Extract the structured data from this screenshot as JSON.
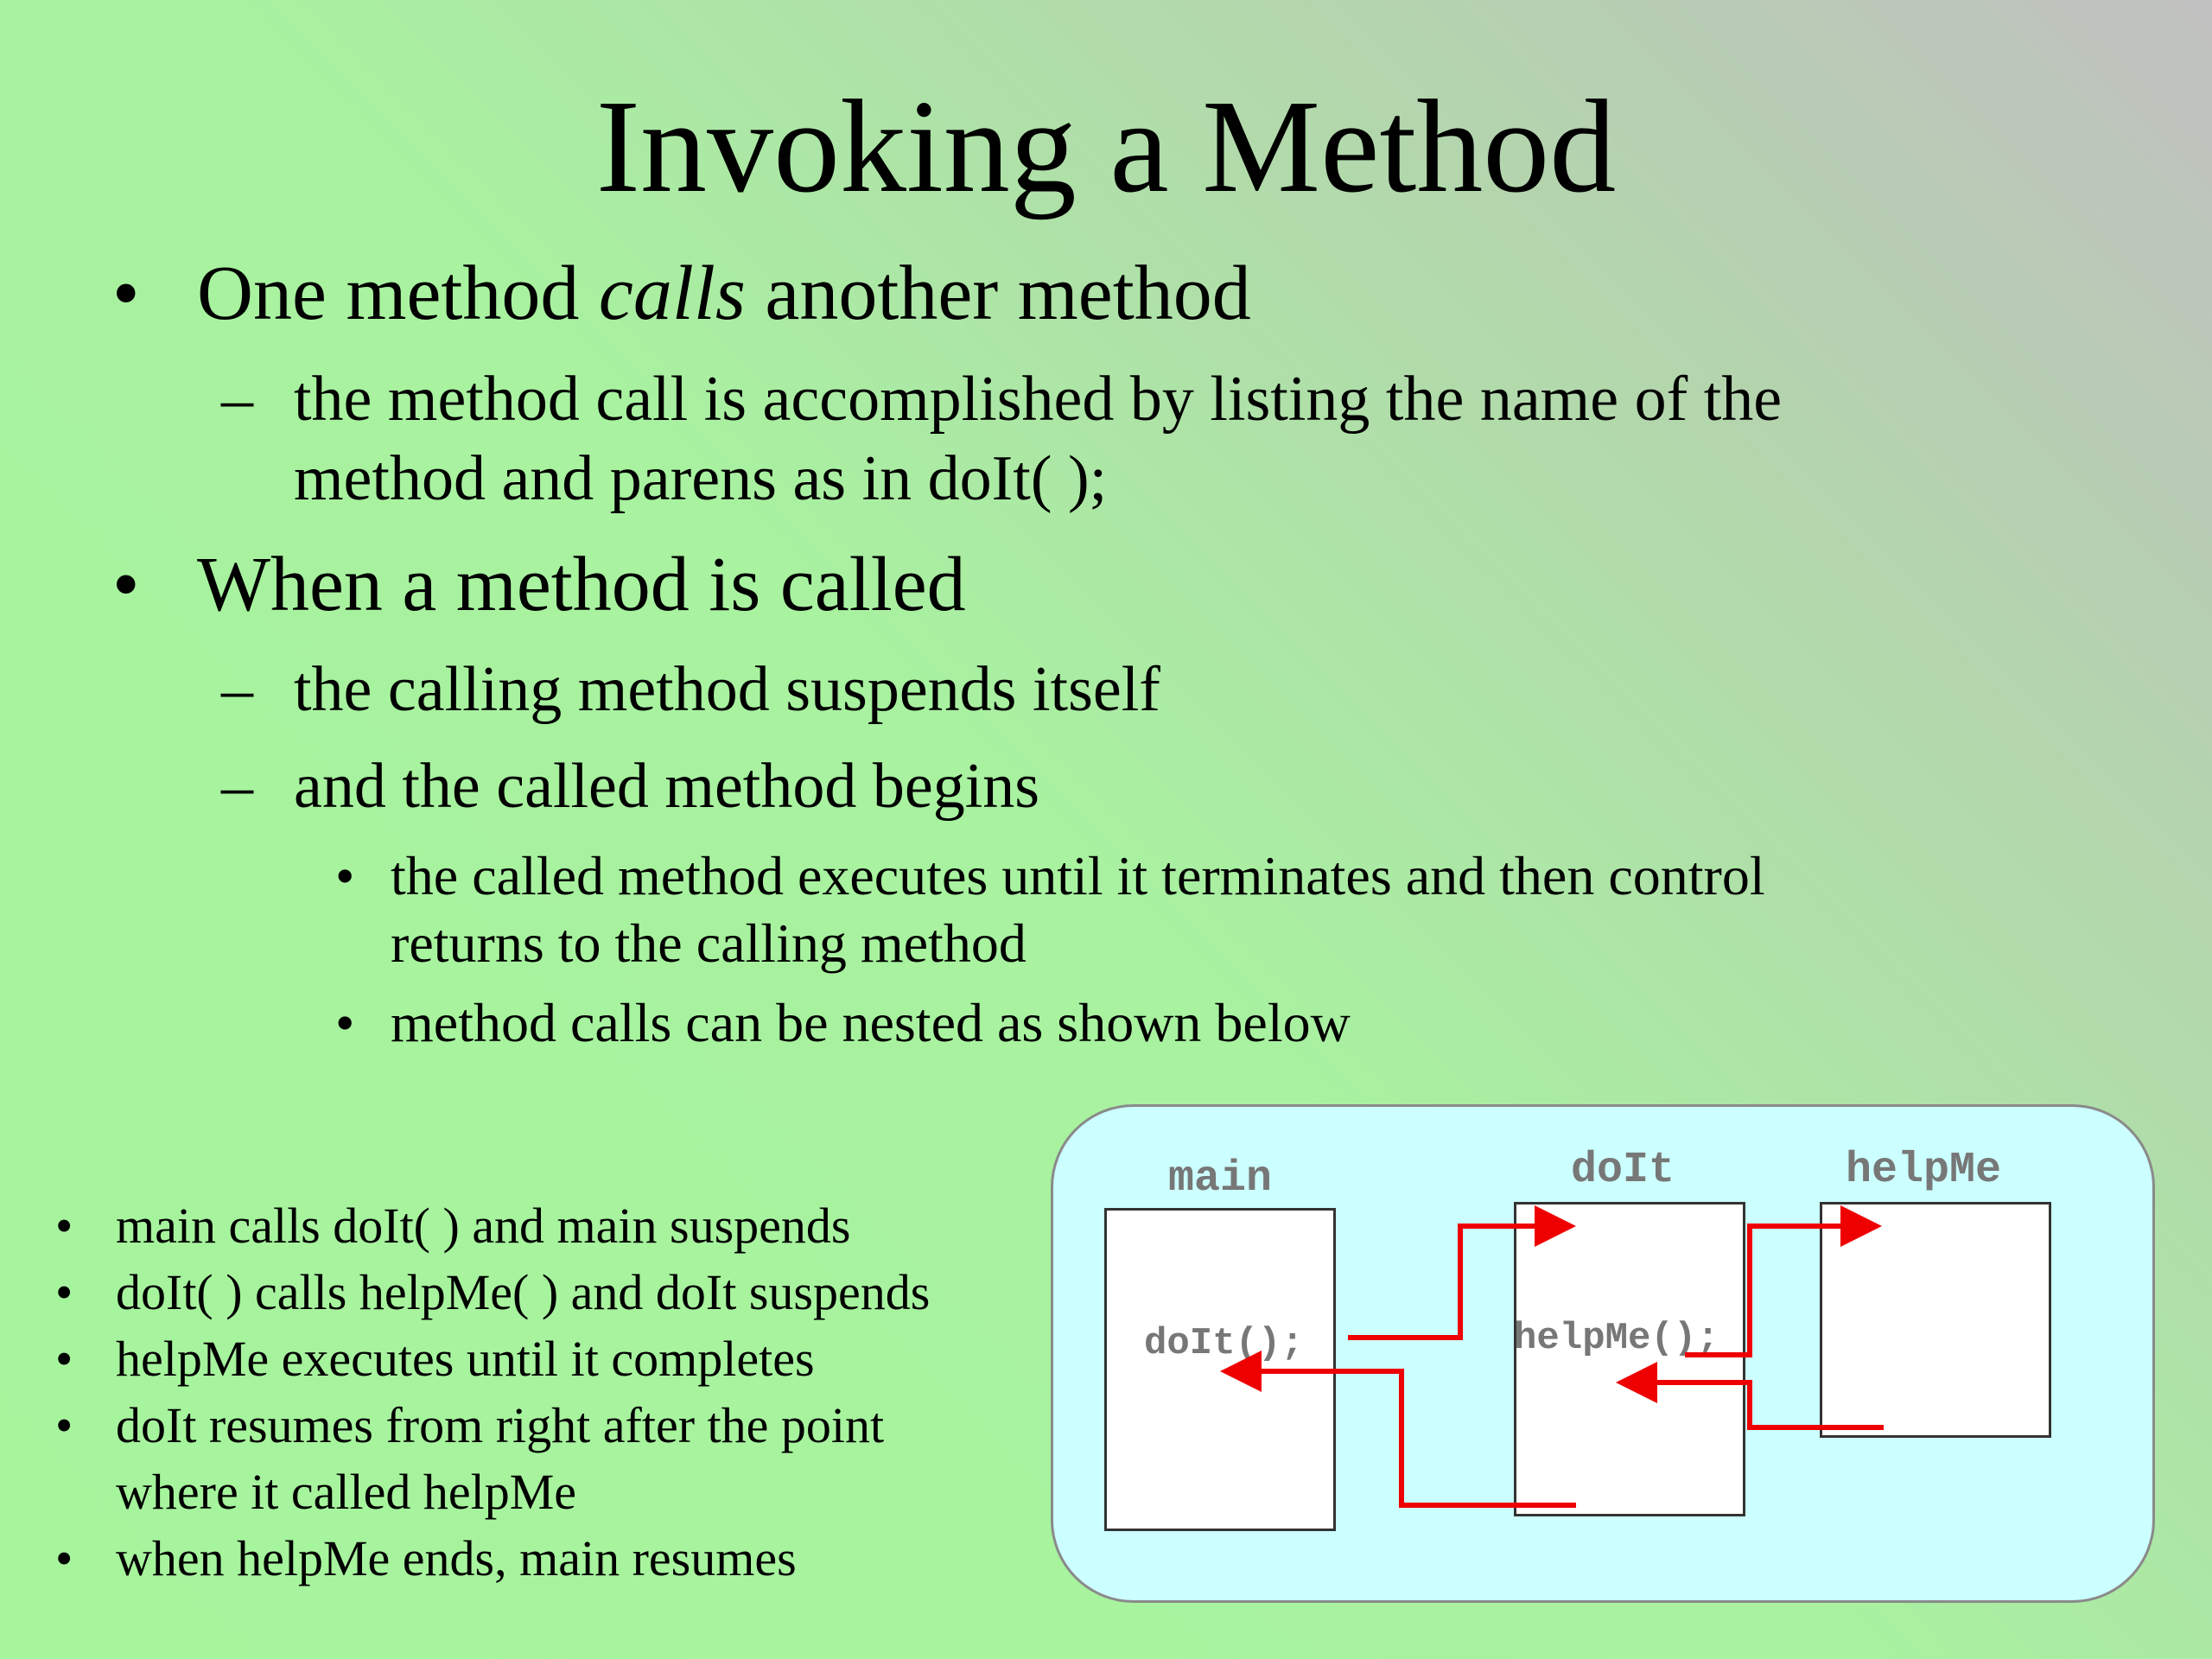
{
  "slide": {
    "title": "Invoking a Method",
    "bullet_glyph": "•",
    "dash_glyph": "–",
    "b1": {
      "pre": "One method ",
      "em": "calls",
      "post": " another method"
    },
    "b1_sub1_line1": "the method call is accomplished by listing the name of the",
    "b1_sub1_line2": "method and parens as in doIt( );",
    "b2": "When a method is called",
    "b2_sub1": "the calling method suspends itself",
    "b2_sub2": "and the called method begins",
    "b2_sub2_sub1_line1": "the called method executes until it terminates and then control",
    "b2_sub2_sub1_line2": "returns to the calling method",
    "b2_sub2_sub2": "method calls can be nested as shown below"
  },
  "notes": [
    "main calls doIt( ) and main suspends",
    "doIt( ) calls helpMe( ) and doIt suspends",
    "helpMe executes until it completes",
    "doIt resumes from right after the point",
    "where it called helpMe",
    "when helpMe ends, main resumes"
  ],
  "diagram": {
    "labels": {
      "main": "main",
      "doit": "doIt",
      "helpme": "helpMe"
    },
    "calls": {
      "in_main": "doIt();",
      "in_doit": "helpMe();"
    },
    "arrow_color": "#ee0000"
  }
}
